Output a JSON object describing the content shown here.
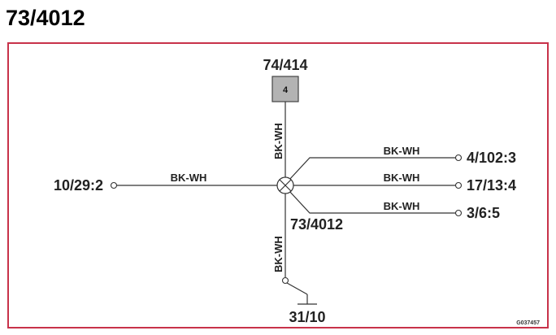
{
  "title": "73/4012",
  "frame_color": "#c8324a",
  "splice": {
    "label": "73/4012"
  },
  "connector_top": {
    "label": "74/414",
    "pin": "4",
    "fill": "#b3b3b3"
  },
  "ground": {
    "label": "31/10"
  },
  "left_terminal": {
    "label": "10/29:2",
    "wire": "BK-WH"
  },
  "vertical_upper_wire": "BK-WH",
  "vertical_lower_wire": "BK-WH",
  "right_terminals": [
    {
      "label": "4/102:3",
      "wire": "BK-WH"
    },
    {
      "label": "17/13:4",
      "wire": "BK-WH"
    },
    {
      "label": "3/6:5",
      "wire": "BK-WH"
    }
  ],
  "drawing_code": "G037457"
}
